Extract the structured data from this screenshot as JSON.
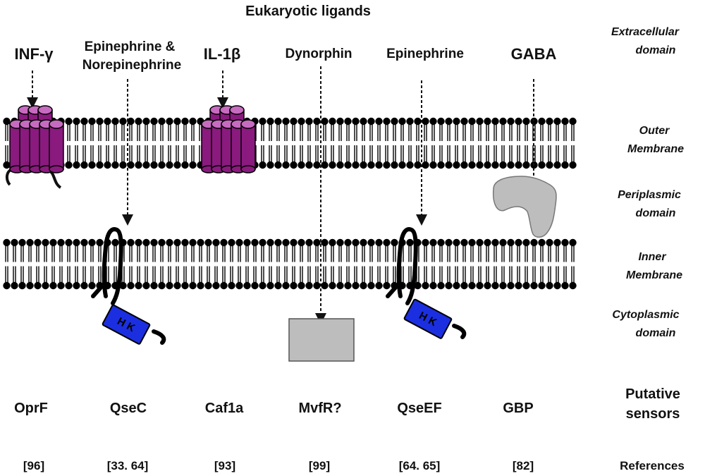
{
  "title": "Eukaryotic ligands",
  "ligands": [
    {
      "label": "INF-γ"
    },
    {
      "label": "Epinephrine &",
      "label2": "Norepinephrine"
    },
    {
      "label": "IL-1β"
    },
    {
      "label": "Dynorphin"
    },
    {
      "label": "Epinephrine"
    },
    {
      "label": "GABA"
    }
  ],
  "domains": [
    {
      "line1": "Extracellular",
      "line2": "domain"
    },
    {
      "line1": "Outer",
      "line2": "Membrane"
    },
    {
      "line1": "Periplasmic",
      "line2": "domain"
    },
    {
      "line1": "Inner",
      "line2": "Membrane"
    },
    {
      "line1": "Cytoplasmic",
      "line2": "domain"
    }
  ],
  "sensors": {
    "header_line1": "Putative",
    "header_line2": "sensors",
    "items": [
      "OprF",
      "QseC",
      "Caf1a",
      "MvfR?",
      "QseEF",
      "GBP"
    ]
  },
  "references": {
    "header": "References",
    "items": [
      "[96]",
      "[33. 64]",
      "[93]",
      "[99]",
      "[64. 65]",
      "[82]"
    ]
  },
  "hk_label": "H K",
  "colors": {
    "purple": "#8a1a7e",
    "purple_top": "#c76bc0",
    "blue": "#1b2fe0",
    "gray": "#bdbdbd",
    "lipid": "#000000"
  }
}
